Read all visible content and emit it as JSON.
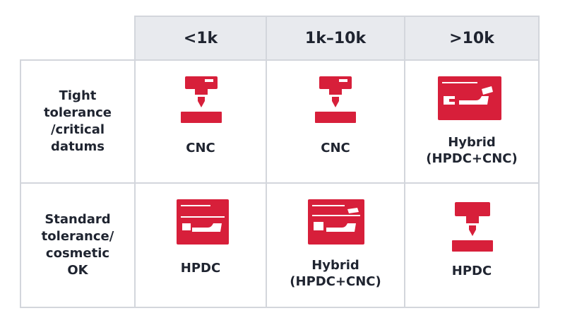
{
  "colors": {
    "accent": "#d71f3a",
    "header_bg": "#e8eaee",
    "border": "#d3d6dc",
    "text": "#1f2430"
  },
  "columns": [
    "<1k",
    "1k–10k",
    ">10k"
  ],
  "rows": [
    {
      "label_lines": [
        "Tight",
        "tolerance",
        "/critical",
        "datums"
      ],
      "cells": [
        {
          "icon": "cnc-machine-icon",
          "lines": [
            "CNC"
          ]
        },
        {
          "icon": "cnc-machine-icon",
          "lines": [
            "CNC"
          ]
        },
        {
          "icon": "die-casting-mold-icon",
          "lines": [
            "Hybrid",
            "(HPDC+CNC)"
          ]
        }
      ]
    },
    {
      "label_lines": [
        "Standard",
        "tolerance/",
        "cosmetic",
        "OK"
      ],
      "cells": [
        {
          "icon": "die-casting-mold-icon",
          "lines": [
            "HPDC"
          ]
        },
        {
          "icon": "die-casting-mold-icon",
          "lines": [
            "Hybrid",
            "(HPDC+CNC)"
          ]
        },
        {
          "icon": "cnc-machine-icon",
          "lines": [
            "HPDC"
          ]
        }
      ]
    }
  ]
}
